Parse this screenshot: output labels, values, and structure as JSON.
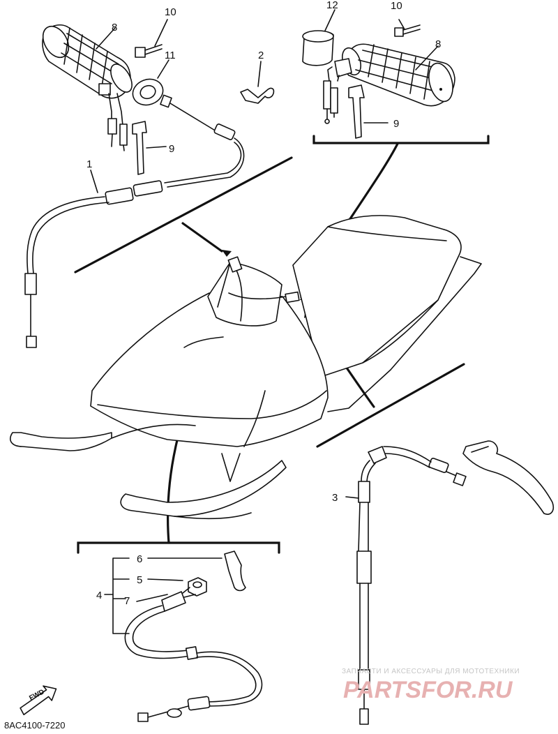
{
  "diagram": {
    "callouts": {
      "c1": "1",
      "c2": "2",
      "c3": "3",
      "c4": "4",
      "c5": "5",
      "c6": "6",
      "c7": "7",
      "c8_left": "8",
      "c8_right": "8",
      "c9_left": "9",
      "c9_right": "9",
      "c10_left": "10",
      "c10_right": "10",
      "c11": "11",
      "c12": "12"
    },
    "part_code": "8AC4100-7220",
    "fwd_label": "FWD"
  },
  "watermark": {
    "line1": "ЗАПЧАСТИ И АКСЕССУАРЫ ДЛЯ МОТОТЕХНИКИ",
    "line2": "PARTSFOR.RU"
  }
}
